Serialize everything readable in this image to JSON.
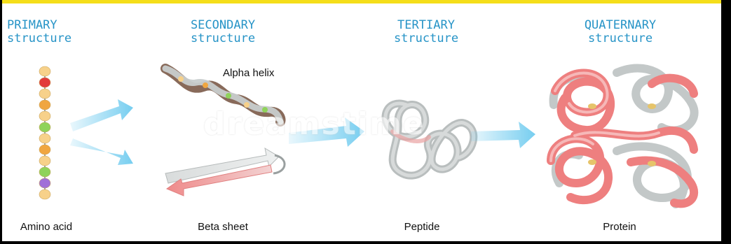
{
  "headings": {
    "primary": {
      "line1": "PRIMARY",
      "line2": "structure"
    },
    "secondary": {
      "line1": "SECONDARY",
      "line2": "structure"
    },
    "tertiary": {
      "line1": "TERTIARY",
      "line2": "structure"
    },
    "quaternary": {
      "line1": "QUATERNARY",
      "line2": "structure"
    }
  },
  "labels": {
    "alpha_helix": "Alpha helix",
    "amino_acid": "Amino acid",
    "beta_sheet": "Beta sheet",
    "peptide": "Peptide",
    "protein": "Protein"
  },
  "watermark": "dreamstime",
  "colors": {
    "heading": "#2794c7",
    "arrow": "#6fcbef",
    "protein_pink": "#ef7f7f",
    "protein_grey": "#bfc4c4",
    "frame_yellow": "#f5de1a"
  },
  "amino_acid_colors": [
    "#f7d18a",
    "#e23a3a",
    "#f7d18a",
    "#f0a640",
    "#f7d18a",
    "#8fd35a",
    "#f7d18a",
    "#f0a640",
    "#f7d18a",
    "#8fd35a",
    "#a070d8",
    "#f7d18a"
  ]
}
